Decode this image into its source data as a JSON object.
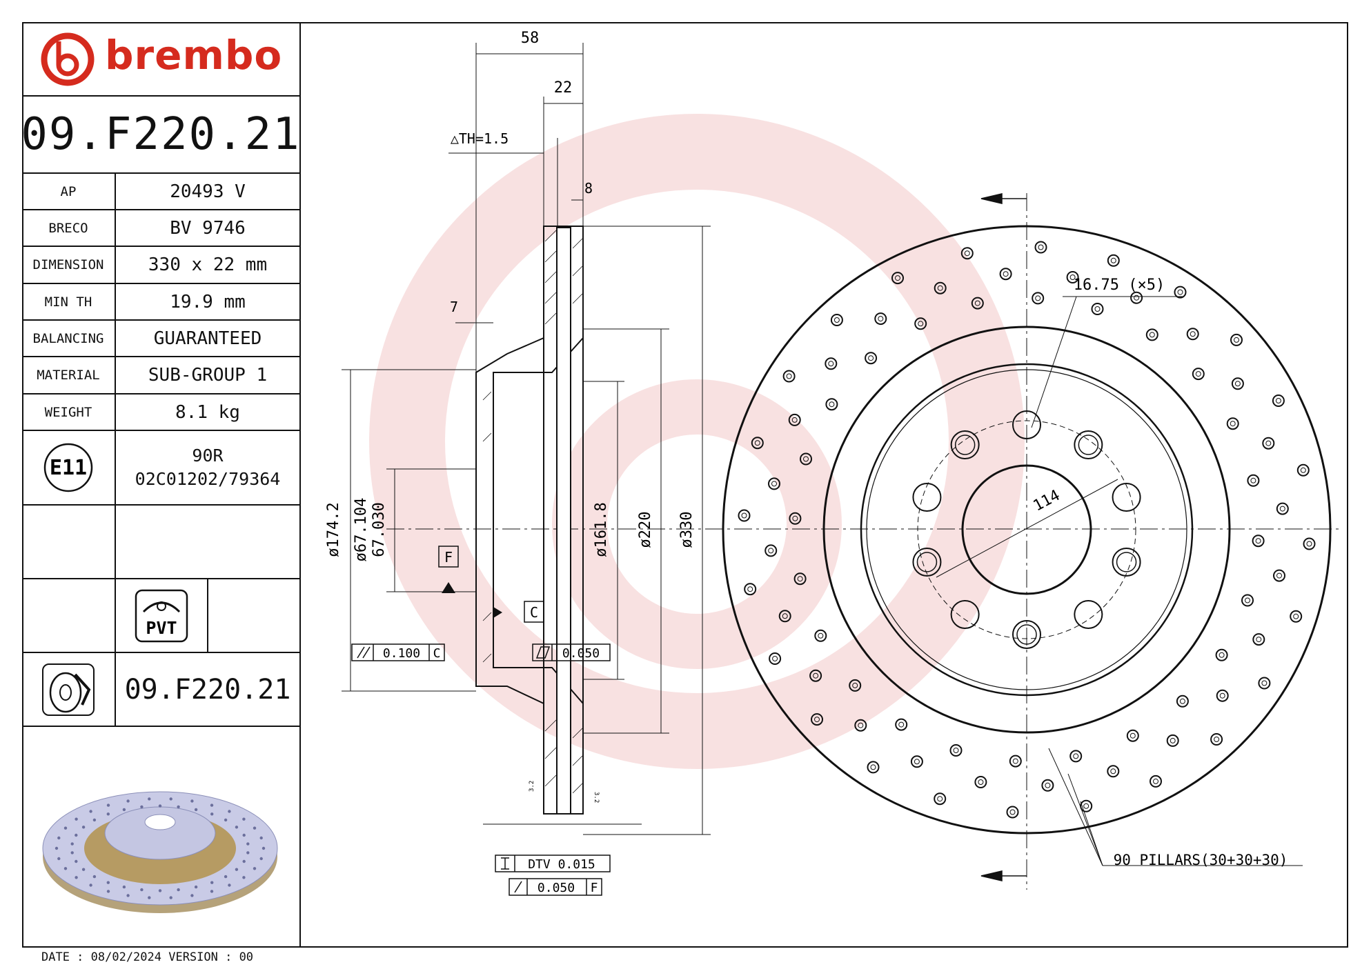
{
  "brand": {
    "name": "brembo"
  },
  "part_number": "09.F220.21",
  "specs": [
    {
      "label": "AP",
      "value": "20493 V"
    },
    {
      "label": "BRECO",
      "value": "BV 9746"
    },
    {
      "label": "DIMENSION",
      "value": "330 x 22 mm"
    },
    {
      "label": "MIN TH",
      "value": "19.9 mm"
    },
    {
      "label": "BALANCING",
      "value": "GUARANTEED"
    },
    {
      "label": "MATERIAL",
      "value": "SUB-GROUP 1"
    },
    {
      "label": "WEIGHT",
      "value": "8.1 kg"
    }
  ],
  "approval": {
    "mark": "E11",
    "line1": "90R",
    "line2": "02C01202/79364"
  },
  "pvt_label": "PVT",
  "bottom_part_number": "09.F220.21",
  "footer": "DATE : 08/02/2024 VERSION : 00",
  "colors": {
    "brand_red": "#d52b1e",
    "line": "#111111",
    "watermark": "#f6d8d8"
  },
  "dimensions": {
    "d58": "58",
    "d22": "22",
    "th": "△TH=1.5",
    "d8": "8",
    "d7": "7",
    "dia174": "ø174.2",
    "dia67a": "ø67.104",
    "dia67b": "67.030",
    "dia161": "ø161.8",
    "dia220": "ø220",
    "dia330": "ø330",
    "datum_f": "F",
    "datum_c": "C",
    "parallel_tol": "0.100",
    "parallel_ref": "C",
    "flat_tol": "0.050",
    "dtv": "DTV 0.015",
    "runout_tol": "0.050",
    "runout_ref": "F",
    "hole_dia": "16.75 (×5)",
    "pcd": "114",
    "pillars": "90 PILLARS(30+30+30)",
    "rough": "3.2"
  }
}
